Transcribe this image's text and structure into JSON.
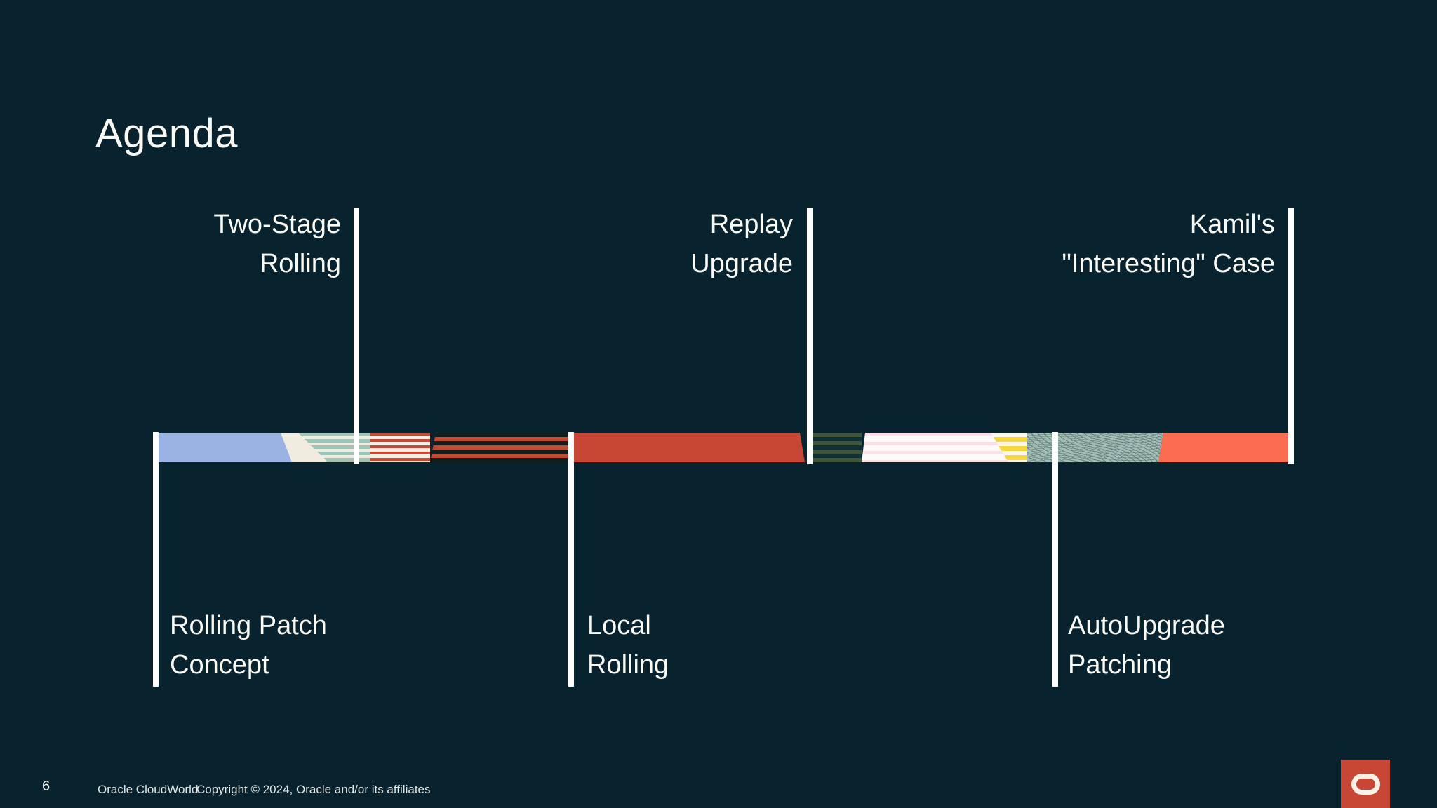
{
  "slide": {
    "title": "Agenda",
    "background_color": "#08232e",
    "text_color": "#fafaf4"
  },
  "timeline": {
    "tick_color": "#ffffff",
    "top_items": [
      {
        "lines": [
          "Two-Stage",
          "Rolling"
        ]
      },
      {
        "lines": [
          "Replay",
          "Upgrade"
        ]
      },
      {
        "lines": [
          "Kamil's",
          "\"Interesting\" Case"
        ]
      }
    ],
    "bottom_items": [
      {
        "lines": [
          "Rolling Patch",
          "Concept"
        ]
      },
      {
        "lines": [
          "Local",
          "Rolling"
        ]
      },
      {
        "lines": [
          "AutoUpgrade",
          "Patching"
        ]
      }
    ],
    "bar_segments": [
      {
        "name": "solid-blue",
        "pattern": "solid",
        "color": "#9bb3e2"
      },
      {
        "name": "solid-cream",
        "pattern": "solid",
        "color": "#f1ece0"
      },
      {
        "name": "sage-stripes",
        "pattern": "stripes",
        "color": "#f1ece0",
        "stripe_color": "#9dc4b6"
      },
      {
        "name": "red-on-cream-stripes",
        "pattern": "stripes",
        "color": "#f5f0e6",
        "stripe_color": "#c64a33"
      },
      {
        "name": "black-on-red-stripes",
        "pattern": "stripes",
        "color": "#c04a32",
        "stripe_color": "#131d1b"
      },
      {
        "name": "solid-red",
        "pattern": "solid",
        "color": "#c74634"
      },
      {
        "name": "green-stripes",
        "pattern": "stripes",
        "color": "#0f3034",
        "stripe_color": "#3f5438"
      },
      {
        "name": "pink-stripes",
        "pattern": "stripes",
        "color": "#fefafa",
        "stripe_color": "#f8e0e4"
      },
      {
        "name": "yellow-stripes",
        "pattern": "stripes",
        "color": "#f6d73c",
        "stripe_color": "#fbf6ec"
      },
      {
        "name": "topographic-sage",
        "pattern": "contours",
        "color": "#a3bcb6",
        "stripe_color": "#64807d"
      },
      {
        "name": "solid-coral",
        "pattern": "solid",
        "color": "#fb6c51"
      }
    ]
  },
  "footer": {
    "page_number": "6",
    "brand": "Oracle CloudWorld",
    "copyright": "Copyright © 2024, Oracle and/or its affiliates"
  },
  "logo": {
    "name": "oracle-logo",
    "square_color": "#c74634",
    "ring_color": "#fbf0e6"
  }
}
